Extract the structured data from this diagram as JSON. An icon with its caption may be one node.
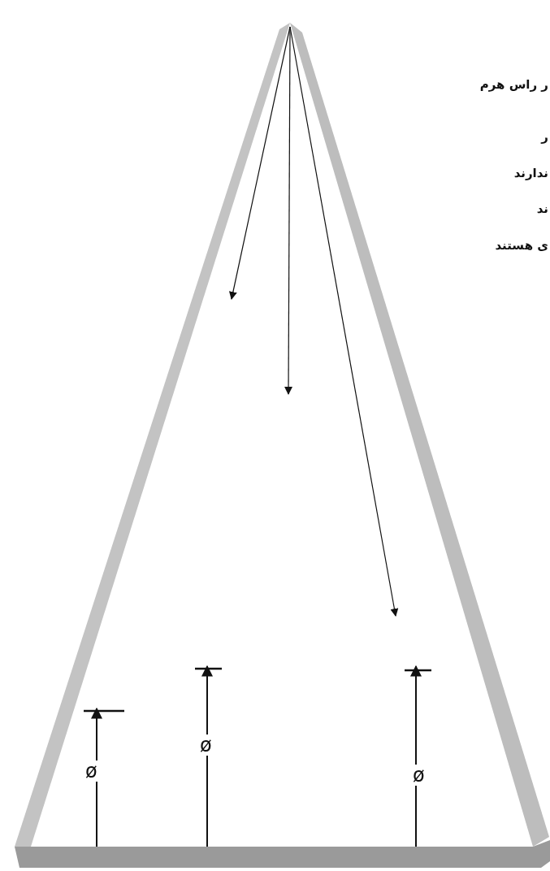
{
  "diagram": {
    "labels": [
      "ر راس هرم",
      "ر",
      "ندارند",
      "ند",
      "ی هستند",
      "ø",
      "ø",
      "ø"
    ]
  }
}
